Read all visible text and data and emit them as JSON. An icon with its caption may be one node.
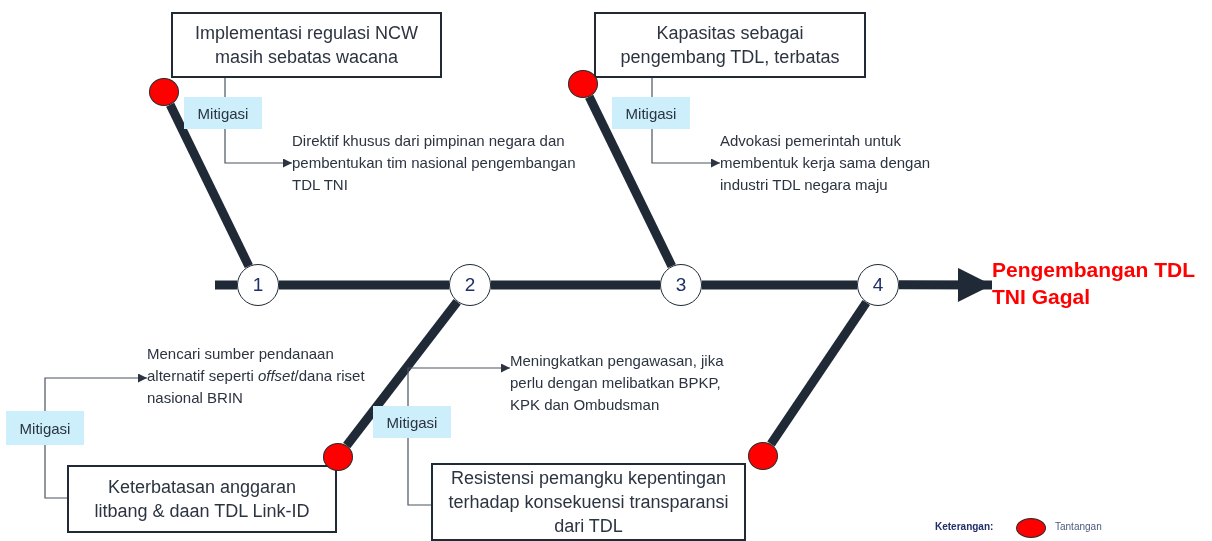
{
  "diagram": {
    "nodes": [
      {
        "text": [
          "Implementasi regulasi NCW masih sebatas wacana"
        ]
      },
      {
        "text": [],
        "shape": "circle"
      },
      {
        "text": [
          "Mitigasi"
        ]
      },
      {
        "text": [
          "Direktif khusus dari pimpinan negara dan pembentukan tim nasional pengembangan TDL TNI"
        ]
      },
      {
        "text": [
          "Kapasitas sebagai pengembang TDL, terbatas"
        ]
      },
      {
        "text": [],
        "shape": "circle"
      },
      {
        "text": [
          "Mitigasi"
        ]
      },
      {
        "text": [
          "Advokasi pemerintah untuk membentuk kerja sama dengan industri TDL negara maju"
        ]
      },
      {
        "text": [
          "1"
        ]
      },
      {
        "text": [
          "2"
        ]
      },
      {
        "text": [
          "3"
        ]
      },
      {
        "text": [
          "4"
        ]
      },
      {
        "text": [
          "Pengembangan TDL TNI Gagal"
        ]
      },
      {
        "text": [
          "Mencari sumber pendanaan alternatif seperti *offset*/dana riset nasional BRIN"
        ]
      },
      {
        "text": [
          "Mitigasi"
        ]
      },
      {
        "text": [
          "Keterbatasan anggaran litbang & daan TDL Link-ID"
        ]
      },
      {
        "text": [],
        "shape": "circle"
      },
      {
        "text": [
          "Meningkatkan pengawasan, jika perlu dengan melibatkan BPKP, KPK dan Ombudsman"
        ]
      },
      {
        "text": [
          "Mitigasi"
        ]
      },
      {
        "text": [
          "Resistensi pemangku kepentingan terhadap konsekuensi transparansi dari TDL"
        ]
      },
      {
        "text": [],
        "shape": "circle"
      }
    ],
    "edges": [
      {
        "from": 1,
        "to": 8,
        "arrow": "none"
      },
      {
        "from": 0,
        "to": 2,
        "arrow": "none",
        "color": "#4a5460"
      },
      {
        "from": 2,
        "to": 3,
        "arrow": "to",
        "color": "#4a5460"
      },
      {
        "from": 5,
        "to": 10,
        "arrow": "none"
      },
      {
        "from": 4,
        "to": 6,
        "arrow": "none",
        "color": "#4a5460"
      },
      {
        "from": 6,
        "to": 7,
        "arrow": "to",
        "color": "#4a5460"
      },
      {
        "from": null,
        "to": 8,
        "arrow": "none"
      },
      {
        "from": 8,
        "to": 9,
        "arrow": "none"
      },
      {
        "from": 9,
        "to": 10,
        "arrow": "none"
      },
      {
        "from": 10,
        "to": 11,
        "arrow": "none"
      },
      {
        "from": 11,
        "to": 12,
        "arrow": "to"
      },
      {
        "from": 15,
        "to": 14,
        "arrow": "none",
        "color": "#4a5460"
      },
      {
        "from": 14,
        "to": 13,
        "arrow": "to",
        "color": "#4a5460"
      },
      {
        "from": 16,
        "to": 9,
        "arrow": "none"
      },
      {
        "from": 19,
        "to": 18,
        "arrow": "none",
        "color": "#4a5460"
      },
      {
        "from": 18,
        "to": 17,
        "arrow": "to",
        "color": "#4a5460"
      },
      {
        "from": 20,
        "to": 11,
        "arrow": "none"
      }
    ],
    "labels": [
      "Keterangan:"
    ],
    "legend": [
      {
        "text": "Tantangan",
        "color": "#ff0000"
      }
    ]
  }
}
